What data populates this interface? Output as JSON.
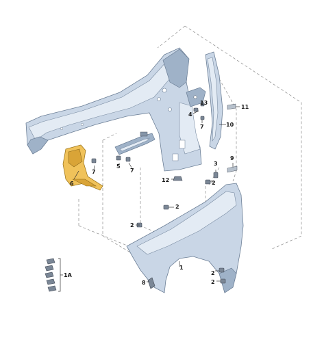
{
  "labels": {
    "p1": "1",
    "p1a": "1A",
    "p2a": "2",
    "p2b": "2",
    "p2c": "2",
    "p2d": "2",
    "p3": "3",
    "p4": "4",
    "p5": "5",
    "p6": "6",
    "p7a": "7",
    "p7b": "7",
    "p7c": "7",
    "p8": "8",
    "p9": "9",
    "p10": "10",
    "p11": "11",
    "p12": "12",
    "p13": "13"
  },
  "colors": {
    "body": "#c9d6e6",
    "highlight_part": "#f0c25a"
  }
}
